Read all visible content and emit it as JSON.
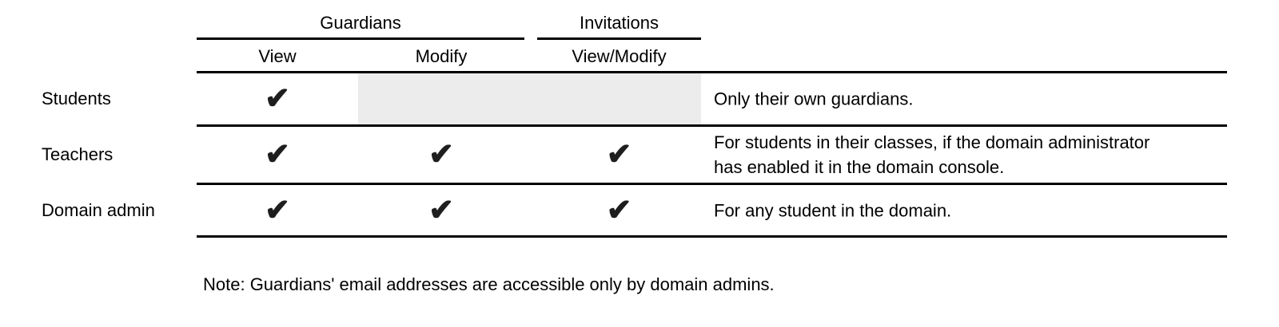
{
  "table": {
    "column_groups": [
      {
        "label": "Guardians",
        "columns": [
          "View",
          "Modify"
        ]
      },
      {
        "label": "Invitations",
        "columns": [
          "View/Modify"
        ]
      }
    ],
    "check_icon": "✔",
    "rows": [
      {
        "role": "Students",
        "checks": {
          "view": true,
          "modify": false,
          "view_modify": false
        },
        "disabled_shading": true,
        "note": "Only their own guardians."
      },
      {
        "role": "Teachers",
        "checks": {
          "view": true,
          "modify": true,
          "view_modify": true
        },
        "disabled_shading": false,
        "note": "For students in their classes, if the domain administrator has enabled it in the domain console."
      },
      {
        "role": "Domain admin",
        "checks": {
          "view": true,
          "modify": true,
          "view_modify": true
        },
        "disabled_shading": false,
        "note": "For any student in the domain."
      }
    ]
  },
  "footnote": "Note: Guardians' email addresses are accessible only by domain admins.",
  "colors": {
    "text": "#000000",
    "rule": "#000000",
    "check": "#1e1e1e",
    "disabled_cell": "#ececec"
  }
}
